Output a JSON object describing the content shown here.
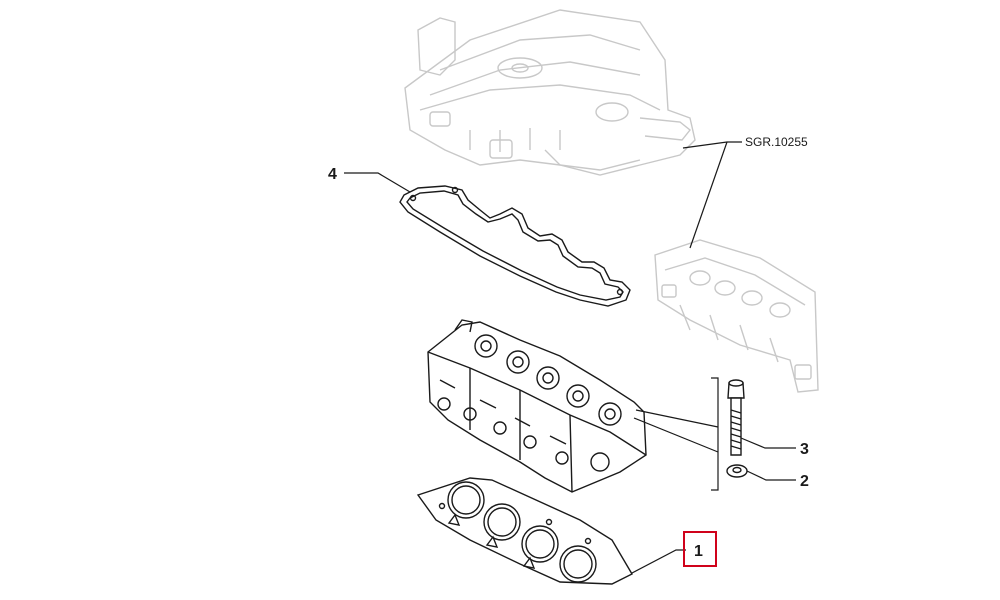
{
  "reference": {
    "code": "SGR.10255"
  },
  "callouts": [
    {
      "id": "1",
      "label": "1",
      "highlighted": true,
      "highlight_color": "#d0021b"
    },
    {
      "id": "2",
      "label": "2",
      "highlighted": false
    },
    {
      "id": "3",
      "label": "3",
      "highlighted": false
    },
    {
      "id": "4",
      "label": "4",
      "highlighted": false
    }
  ],
  "colors": {
    "ink": "#1a1a1a",
    "ghosted": "#c8c8c8",
    "highlight": "#d0021b",
    "background": "#ffffff"
  }
}
